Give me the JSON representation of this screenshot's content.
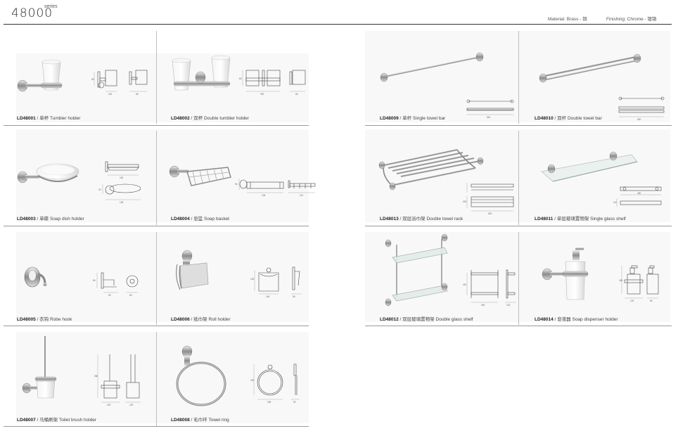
{
  "header": {
    "series_number": "48000",
    "series_word": "series",
    "material": "Material: Brass - 铜",
    "finishing": "Finishing: Chrome - 镀铬"
  },
  "products": [
    {
      "code": "LD48001",
      "name": "单杯 Tumbler holder",
      "dims": [
        "80",
        "100",
        "65"
      ]
    },
    {
      "code": "LD48002",
      "name": "双杯 Double tumbler holder",
      "dims": [
        "80",
        "200",
        "65"
      ]
    },
    {
      "code": "LD48009",
      "name": "单杆 Single towel bar",
      "dims": [
        "600"
      ]
    },
    {
      "code": "LD48010",
      "name": "双杆 Double towel bar",
      "dims": [
        "600"
      ]
    },
    {
      "code": "LD48003",
      "name": "单碟 Soap dish holder",
      "dims": [
        "118",
        "30",
        "136"
      ]
    },
    {
      "code": "LD48004",
      "name": "皂篮 Soap basket",
      "dims": [
        "50",
        "105",
        "110"
      ]
    },
    {
      "code": "LD48013",
      "name": "双层浴巾架 Double towel rack",
      "dims": [
        "200",
        "600"
      ]
    },
    {
      "code": "LD48011",
      "name": "单层玻璃置物架 Single glass shelf",
      "dims": [
        "450",
        "110"
      ]
    },
    {
      "code": "LD48005",
      "name": "衣钩 Robe hook",
      "dims": [
        "65",
        "50",
        "60"
      ]
    },
    {
      "code": "LD48006",
      "name": "纸巾架 Roll holder",
      "dims": [
        "100",
        "146",
        "56"
      ]
    },
    {
      "code": "LD48012",
      "name": "双层玻璃置物架 Double glass shelf",
      "dims": [
        "410",
        "400",
        "120"
      ]
    },
    {
      "code": "LD48014",
      "name": "皂液器 Soap dispenser holder",
      "dims": [
        "180",
        "120",
        "65"
      ]
    },
    {
      "code": "LD48007",
      "name": "马桶刷架 Toilet brush holder",
      "dims": [
        "380",
        "100",
        "120"
      ]
    },
    {
      "code": "LD48008",
      "name": "毛巾环 Towel ring",
      "dims": [
        "200",
        "165",
        "52"
      ]
    }
  ]
}
